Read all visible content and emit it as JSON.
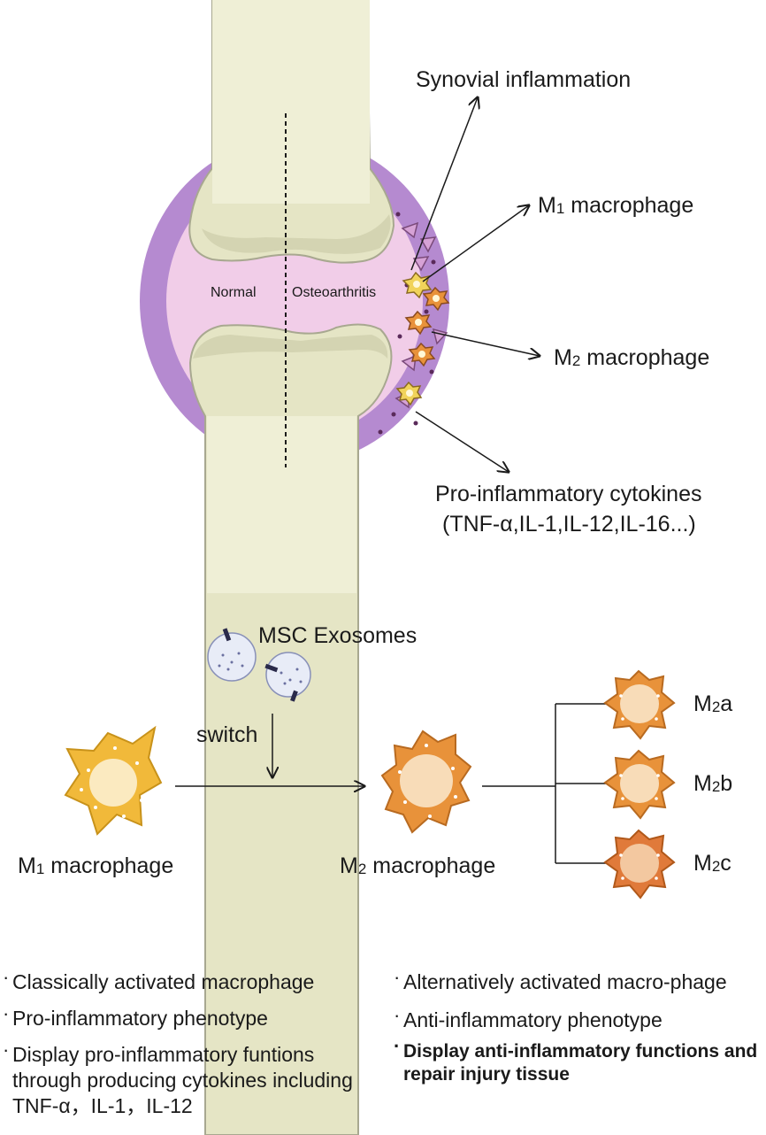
{
  "top": {
    "normal_label": "Normal",
    "oa_label": "Osteoarthritis",
    "synovial_inflammation": "Synovial inflammation",
    "m1_prefix": "M",
    "m1_sub": "1",
    "m1_suffix": " macrophage",
    "m2_prefix": "M",
    "m2_sub": "2",
    "m2_suffix": " macrophage",
    "cytokines_line1": "Pro-inflammatory cytokines",
    "cytokines_line2": "(TNF-α,IL-1,IL-12,IL-16...)"
  },
  "bottom": {
    "msc_exosomes": "MSC Exosomes",
    "switch": "switch",
    "m1_prefix": "M",
    "m1_sub": "1",
    "m1_suffix": " macrophage",
    "m2_prefix": "M",
    "m2_sub": "2",
    "m2_suffix": " macrophage",
    "subtypes": [
      {
        "prefix": "M",
        "sub": "2",
        "suffix": "a"
      },
      {
        "prefix": "M",
        "sub": "2",
        "suffix": "b"
      },
      {
        "prefix": "M",
        "sub": "2",
        "suffix": "c"
      }
    ]
  },
  "m1_bullets": [
    "Classically activated macrophage",
    "Pro-inflammatory phenotype",
    "Display pro-inflammatory funtions through producing cytokines including TNF-α，IL-1，IL-12"
  ],
  "m2_bullets": [
    "Alternatively activated macro-phage",
    "Anti-inflammatory phenotype",
    "Display anti-inflammatory functions and repair injury tissue"
  ],
  "colors": {
    "bone": "#efefd6",
    "bone_outline": "#a8a890",
    "capsule": "#b58ad0",
    "synovium": "#f1cde8",
    "m1_cell": "#f1b93a",
    "m2_cell": "#e8923a",
    "m2c_cell": "#e07a3a"
  }
}
